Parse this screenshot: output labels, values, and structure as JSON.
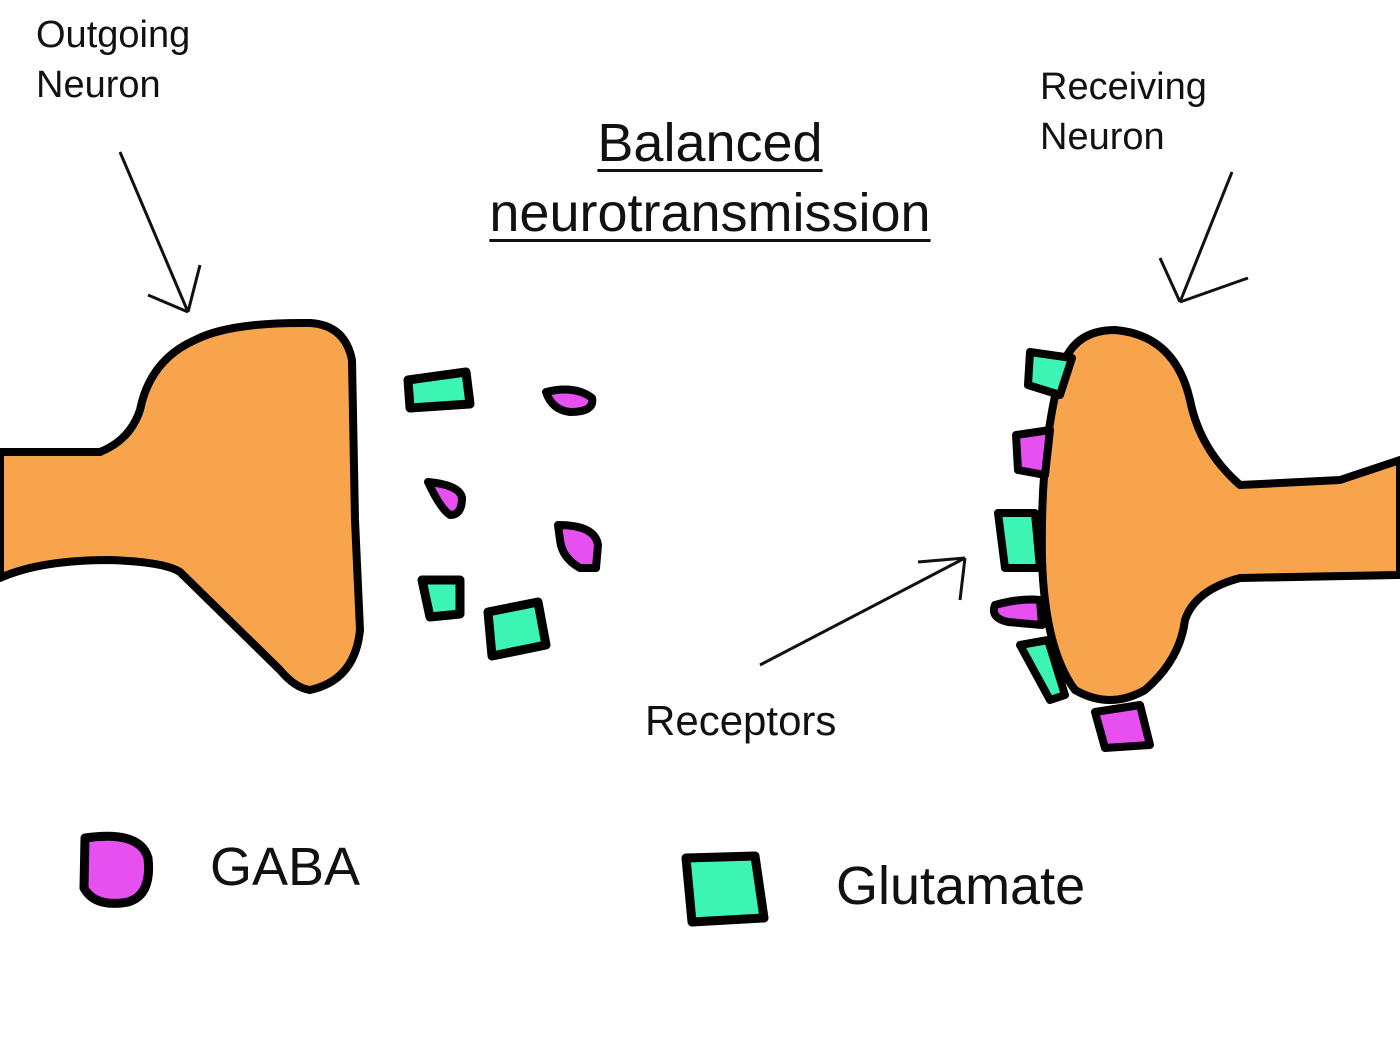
{
  "title": {
    "line1": "Balanced",
    "line2": "neurotransmission"
  },
  "labels": {
    "outgoing_line1": "Outgoing",
    "outgoing_line2": "Neuron",
    "receiving_line1": "Receiving",
    "receiving_line2": "Neuron",
    "receptors": "Receptors"
  },
  "legend": [
    {
      "name": "GABA",
      "shape": "rounded blob",
      "color": "#e650f0"
    },
    {
      "name": "Glutamate",
      "shape": "square",
      "color": "#3cf5b4"
    }
  ],
  "colors": {
    "neuron": "#f8a44c",
    "outline": "#000000",
    "gaba": "#e650f0",
    "glutamate": "#3cf5b4"
  }
}
